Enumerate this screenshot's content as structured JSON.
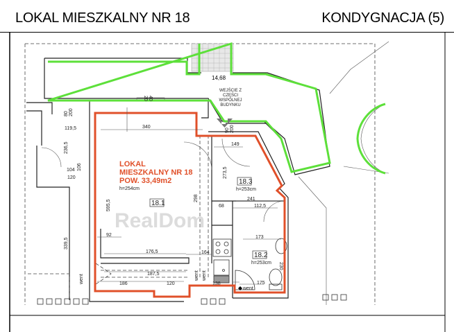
{
  "header": {
    "title": "LOKAL MIESZKALNY NR 18",
    "floor": "KONDYGNACJA (5)"
  },
  "colors": {
    "unit_outline": "#e0502a",
    "common_area_outline": "#5de03a"
  },
  "unit": {
    "line1": "LOKAL",
    "line2": "MIESZKALNY NR 18",
    "area": "POW. 33,49m2",
    "height": "h=254cm"
  },
  "rooms": [
    {
      "id": "18.1"
    },
    {
      "id": "18.3",
      "height": "h=253cm"
    },
    {
      "id": "18.2",
      "height": "h=253cm"
    }
  ],
  "entrance": {
    "lines": [
      "WEJŚCIE Z",
      "CZĘŚCI",
      "WSPÓLNEJ",
      "BUDYNKU"
    ]
  },
  "level": "14,68",
  "vent": "went",
  "watermark": "RealDom",
  "dims": [
    "340",
    "149",
    "241",
    "112,5",
    "68",
    "173",
    "92",
    "176,5",
    "164",
    "187,5",
    "186",
    "120",
    "138",
    "175",
    "230",
    "595,5",
    "298",
    "273,5",
    "339,5",
    "236,5",
    "104",
    "120",
    "106",
    "119,5",
    "80",
    "200",
    "90",
    "200",
    "20",
    "40"
  ],
  "icons": {
    "entrance_arrow": "arrow-down-icon",
    "stove": "stove-icon",
    "sink": "sink-icon",
    "toilet": "toilet-icon",
    "shower": "shower-icon"
  }
}
